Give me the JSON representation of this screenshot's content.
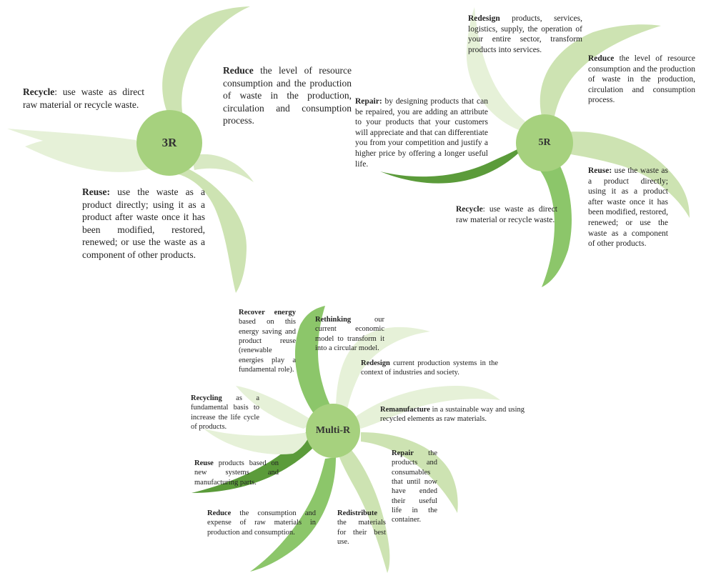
{
  "diagrams": [
    {
      "center": "3R",
      "items": [
        {
          "term": "Recycle",
          "text": ": use waste as direct raw material or recycle waste."
        },
        {
          "term": "Reduce",
          "text": " the level of resource consumption and the production of waste in the production, circulation and consumption process."
        },
        {
          "term": "Reuse:",
          "text": " use the waste as a product directly; using it as a product after waste once it has been modified, restored, renewed; or use the waste as a component of other products."
        }
      ]
    },
    {
      "center": "5R",
      "items": [
        {
          "term": "Redesign",
          "text": " products, services, logistics, supply, the operation of your entire sector, transform products into services."
        },
        {
          "term": "Reduce",
          "text": " the level of resource consumption and the production of waste in the production, circulation and consumption process."
        },
        {
          "term": "Repair:",
          "text": " by designing products that can be repaired, you are adding an attribute to your products that your customers will appreciate and that can differentiate you from your competition and justify a higher price by offering a longer useful life."
        },
        {
          "term": "Reuse:",
          "text": " use the waste as a product directly; using it as a product after waste once it has been modified, restored, renewed; or use the waste as a component of other products."
        },
        {
          "term": "Recycle",
          "text": ": use waste as direct raw material or recycle waste."
        }
      ]
    },
    {
      "center": "Multi-R",
      "items": [
        {
          "term": "Recover energy",
          "text": " based on this energy saving and product reuse (renewable energies play a fundamental role)."
        },
        {
          "term": "Rethinking",
          "text": " our current economic model to transform it into a circular model."
        },
        {
          "term": "Redesign",
          "text": " current production systems in the context of industries and society."
        },
        {
          "term": "Remanufacture",
          "text": " in a sustainable way and using recycled elements as raw materials."
        },
        {
          "term": "Repair",
          "text": " the products and consumables that until now have ended their useful life in the container."
        },
        {
          "term": "Redistribute",
          "text": " the materials for their best use."
        },
        {
          "term": "Reduce",
          "text": " the consumption and expense of raw materials in production and consumption."
        },
        {
          "term": "Reuse",
          "text": " products based on new systems and manufacturing parts."
        },
        {
          "term": "Recycling",
          "text": " as a fundamental basis to increase the life cycle of products."
        }
      ]
    }
  ],
  "colors": {
    "hub": "#a6d17e",
    "petal_light": "#e6f1d8",
    "petal_mid": "#cde3b2",
    "petal_green": "#8cc66a",
    "petal_dark": "#5b9b3a"
  }
}
